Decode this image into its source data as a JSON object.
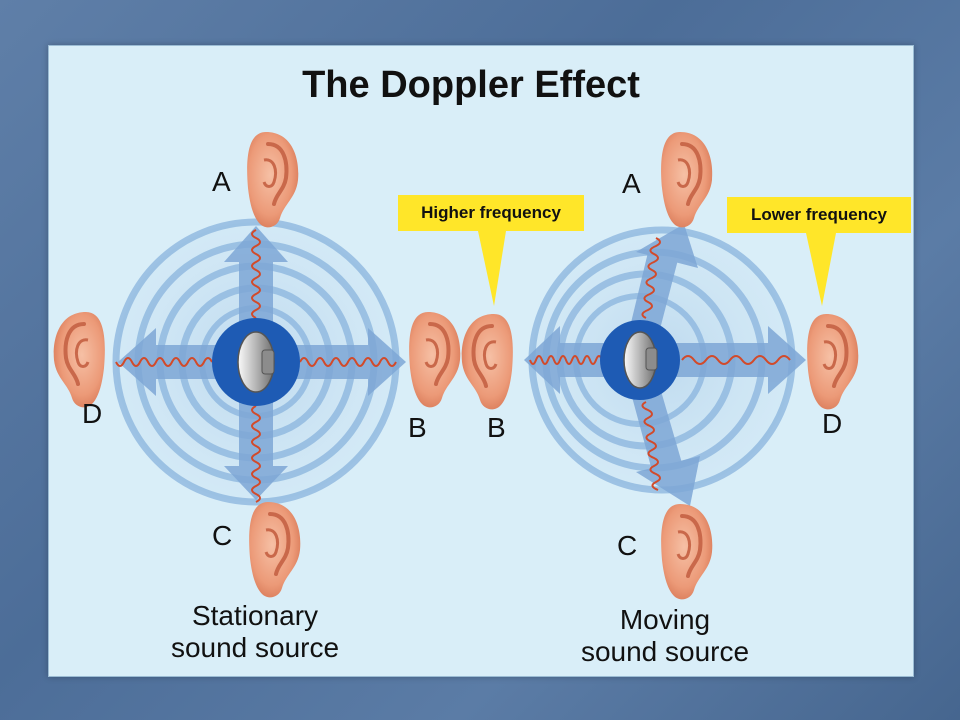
{
  "title": "The Doppler Effect",
  "stationary": {
    "caption_line1": "Stationary",
    "caption_line2": "sound source",
    "labels": {
      "a": "A",
      "b": "B",
      "c": "C",
      "d": "D"
    }
  },
  "moving": {
    "caption_line1": "Moving",
    "caption_line2": "sound source",
    "labels": {
      "a": "A",
      "b": "B",
      "c": "C",
      "d": "D"
    },
    "callout_higher": "Higher frequency",
    "callout_lower": "Lower frequency"
  },
  "colors": {
    "panel": "#d9eef8",
    "wave_ring": "#8db6df",
    "arrow": "#7ea7d6",
    "source_disc": "#1e5bb4",
    "sound_wave": "#d24a2a",
    "ear": "#f0a486",
    "callout": "#ffe629"
  }
}
